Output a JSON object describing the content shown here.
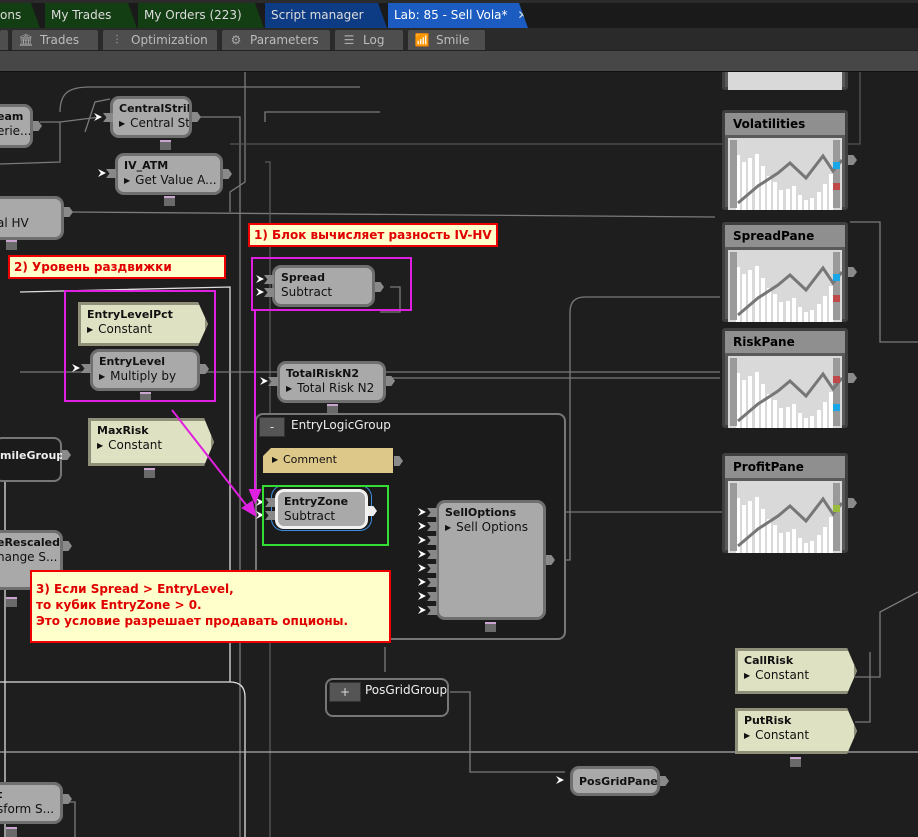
{
  "tabs": [
    {
      "label": "ons"
    },
    {
      "label": "My Trades"
    },
    {
      "label": "My Orders (223)"
    },
    {
      "label": "Script manager"
    },
    {
      "label": "Lab: 85 - Sell Vola*",
      "close": "✕"
    }
  ],
  "subtabs": [
    {
      "label": "Trades",
      "icon": "bank-icon",
      "glyph": "🏛"
    },
    {
      "label": "Optimization",
      "icon": "sliders-icon",
      "glyph": "⫶"
    },
    {
      "label": "Parameters",
      "icon": "gear-icon",
      "glyph": "⚙"
    },
    {
      "label": "Log",
      "icon": "list-icon",
      "glyph": "☰"
    },
    {
      "label": "Smile",
      "icon": "chart-icon",
      "glyph": "📶"
    }
  ],
  "nodes": {
    "stream": {
      "title": "eam",
      "sub": "erie..."
    },
    "central_strike": {
      "title": "CentralStrike",
      "sub": "Central Strike"
    },
    "iv_atm": {
      "title": "IV_ATM",
      "sub": "Get Value A..."
    },
    "hv": {
      "sub": "al HV"
    },
    "spread": {
      "title": "Spread",
      "sub": "Subtract"
    },
    "entry_level_pct": {
      "title": "EntryLevelPct",
      "sub": "Constant"
    },
    "entry_level": {
      "title": "EntryLevel",
      "sub": "Multiply by"
    },
    "total_risk": {
      "title": "TotalRiskN2",
      "sub": "Total Risk N2"
    },
    "max_risk": {
      "title": "MaxRisk",
      "sub": "Constant"
    },
    "entry_zone": {
      "title": "EntryZone",
      "sub": "Subtract"
    },
    "sell_options": {
      "title": "SellOptions",
      "sub": "Sell Options"
    },
    "rescaled": {
      "title": "eRescaled",
      "sub": "hange S..."
    },
    "transform": {
      "title": "t",
      "sub": "sform S..."
    },
    "call_risk": {
      "title": "CallRisk",
      "sub": "Constant"
    },
    "put_risk": {
      "title": "PutRisk",
      "sub": "Constant"
    },
    "pos_grid_pane": {
      "title": "PosGridPane"
    },
    "comment": {
      "sub": "Comment"
    }
  },
  "groups": {
    "smile": {
      "title": "mileGroup"
    },
    "entry_logic": {
      "title": "EntryLogicGroup",
      "button": "-"
    },
    "pos_grid": {
      "title": "PosGridGroup",
      "button": "+"
    }
  },
  "panes": [
    {
      "title": "Volatilities",
      "marker1": "#1aa7e8",
      "marker2": "#c04848"
    },
    {
      "title": "SpreadPane",
      "marker1": "#1aa7e8",
      "marker2": "#c04848"
    },
    {
      "title": "RiskPane",
      "marker1": "#1aa7e8",
      "marker2": "#c04848"
    },
    {
      "title": "ProfitPane",
      "marker1": "#9bbb3c"
    }
  ],
  "annotations": {
    "note1": "1) Блок вычисляет разность IV-HV",
    "note2": "2) Уровень раздвижки",
    "note3": [
      "3) Если Spread > EntryLevel,",
      "то кубик EntryZone > 0.",
      "Это условие разрешает продавать опционы."
    ]
  },
  "colors": {
    "highlight": "#e020e0",
    "selection": "#33dd33",
    "note_text": "#e00000"
  }
}
